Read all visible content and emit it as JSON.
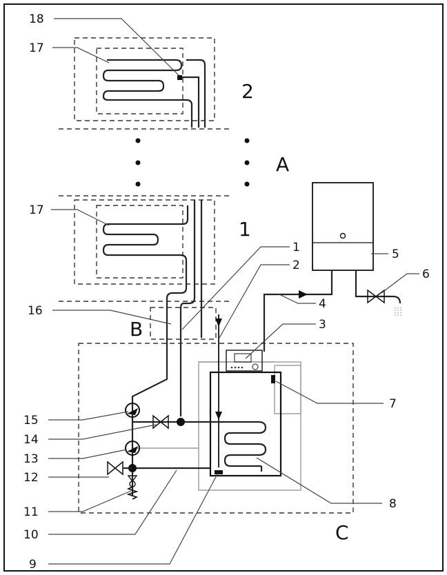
{
  "callouts": {
    "n1": "1",
    "n2": "2",
    "n3": "3",
    "n4": "4",
    "n5": "5",
    "n6": "6",
    "n7": "7",
    "n8": "8",
    "n9": "9",
    "n10": "10",
    "n11": "11",
    "n12": "12",
    "n13": "13",
    "n14": "14",
    "n15": "15",
    "n16": "16",
    "n17_top": "17",
    "n17_bottom": "17",
    "n18": "18"
  },
  "zones": {
    "a": "A",
    "b": "B",
    "c": "C",
    "level_1": "1",
    "level_2": "2"
  },
  "colors": {
    "line": "#111111",
    "grey_frame": "#9a9a9a",
    "background": "#ffffff"
  }
}
